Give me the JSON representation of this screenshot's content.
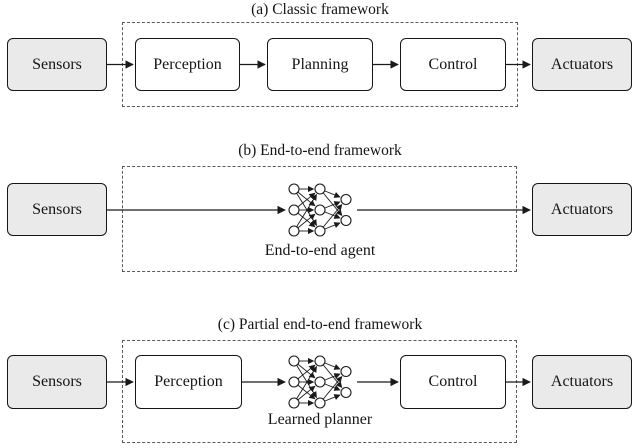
{
  "figure": {
    "panels": [
      {
        "label": "(a) Classic framework",
        "source": "Sensors",
        "sink": "Actuators",
        "modules": [
          "Perception",
          "Planning",
          "Control"
        ],
        "inner_caption": ""
      },
      {
        "label": "(b) End-to-end framework",
        "source": "Sensors",
        "sink": "Actuators",
        "modules": [],
        "inner_caption": "End-to-end agent"
      },
      {
        "label": "(c) Partial end-to-end framework",
        "source": "Sensors",
        "sink": "Actuators",
        "modules": [
          "Perception",
          "Control"
        ],
        "inner_caption": "Learned planner"
      }
    ],
    "icons": {
      "neural_network": "neural-network-icon",
      "arrow": "arrow-icon"
    },
    "colors": {
      "terminal_box_fill": "#eaeaea",
      "module_box_fill": "#ffffff",
      "box_border": "#161616",
      "dashed_border": "#5a5a5a",
      "arrow": "#1a1a1a",
      "text": "#151515",
      "background": "#ffffff"
    }
  }
}
